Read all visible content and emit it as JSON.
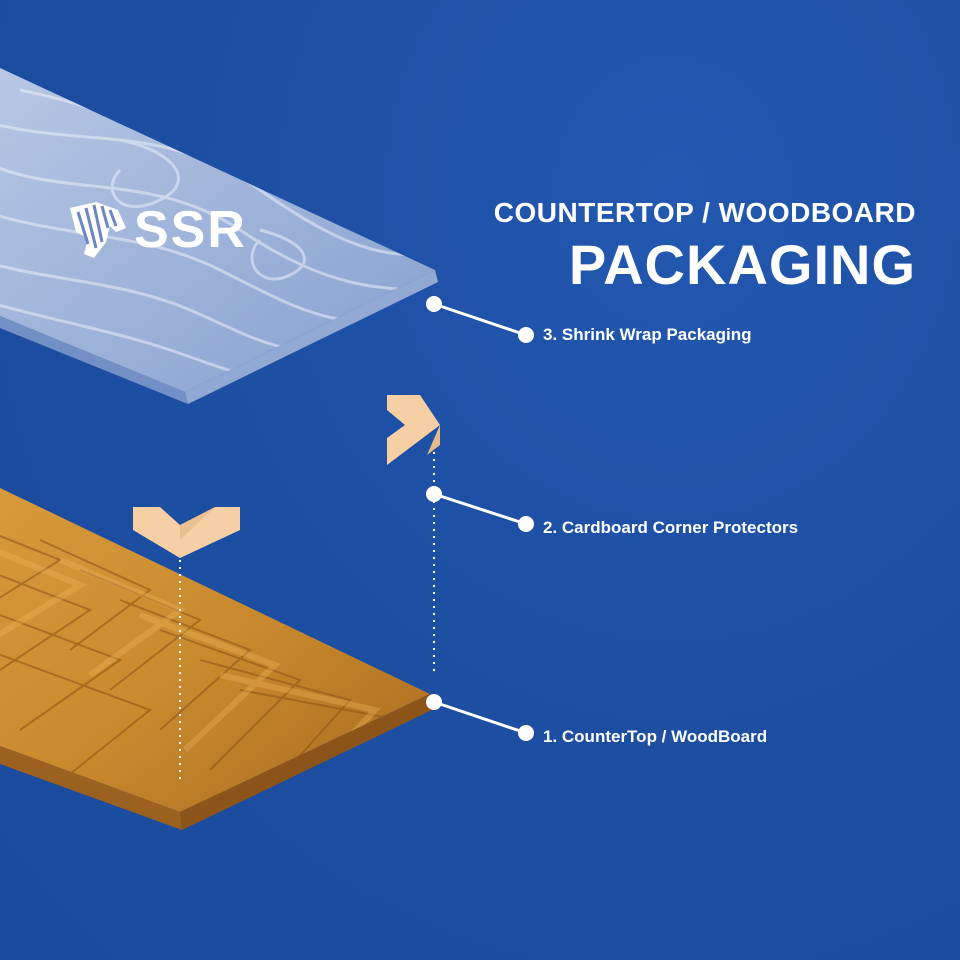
{
  "heading": {
    "line1": "COUNTERTOP / WOODBOARD",
    "line2": "PACKAGING"
  },
  "brand": {
    "name": "SSR",
    "icon": "zebra-head-icon"
  },
  "callouts": [
    {
      "label": "3. Shrink Wrap Packaging"
    },
    {
      "label": "2. Cardboard Corner Protectors"
    },
    {
      "label": "1. CounterTop / WoodBoard"
    }
  ],
  "colors": {
    "background": "#1d4fa3",
    "text": "#ffffff",
    "wood": "#c98a2e",
    "cardboard": "#f6cfa5",
    "shrink_wrap": "#aebfde"
  }
}
